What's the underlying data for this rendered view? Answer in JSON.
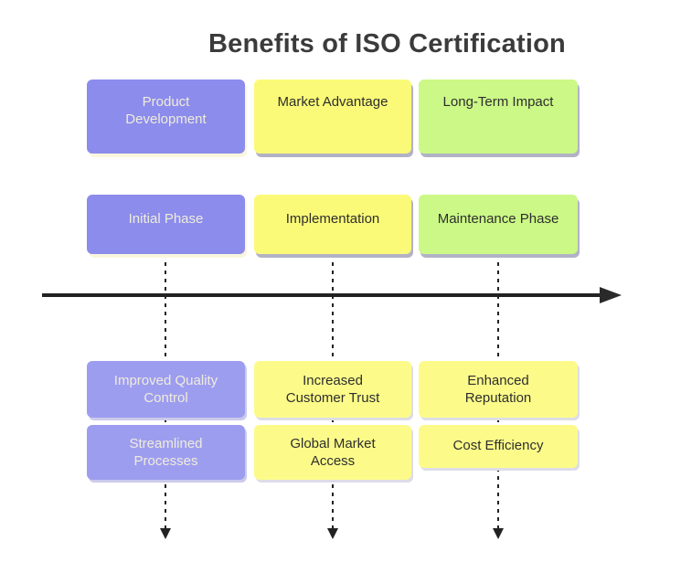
{
  "title": "Benefits of ISO Certification",
  "colors": {
    "purple_dark": "#8c8cec",
    "purple_light": "#9d9df0",
    "yellow_bright": "#fbfa78",
    "yellow_pale": "#fcfb8a",
    "green": "#cbf886",
    "box_text_light": "#efecdb",
    "box_text_dark": "#2e2e2e",
    "title_text": "#3b3b3b",
    "arrow": "#222222"
  },
  "rows": [
    {
      "name": "top-labels",
      "items": [
        {
          "label": "Product\nDevelopment",
          "color": "purple"
        },
        {
          "label": "Market Advantage",
          "color": "yellow"
        },
        {
          "label": "Long-Term Impact",
          "color": "green"
        }
      ]
    },
    {
      "name": "phases",
      "items": [
        {
          "label": "Initial Phase",
          "color": "purple"
        },
        {
          "label": "Implementation",
          "color": "yellow"
        },
        {
          "label": "Maintenance Phase",
          "color": "green"
        }
      ]
    },
    {
      "name": "benefits-row-1",
      "items": [
        {
          "label": "Improved Quality\nControl",
          "color": "purple-light"
        },
        {
          "label": "Increased\nCustomer Trust",
          "color": "yellow-pale"
        },
        {
          "label": "Enhanced\nReputation",
          "color": "yellow-pale"
        }
      ]
    },
    {
      "name": "benefits-row-2",
      "items": [
        {
          "label": "Streamlined\nProcesses",
          "color": "purple-light"
        },
        {
          "label": "Global Market\nAccess",
          "color": "yellow-pale"
        },
        {
          "label": "Cost Efficiency",
          "color": "yellow-pale"
        }
      ]
    }
  ]
}
